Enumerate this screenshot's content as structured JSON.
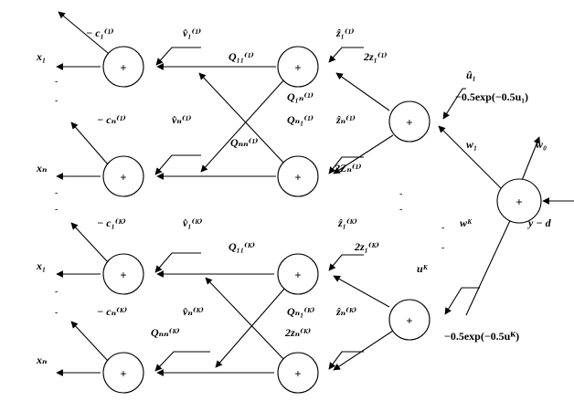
{
  "node_symbol": "+",
  "outputs": {
    "x1_top": "x₁",
    "xN_top": "xₙ",
    "x1_bottom": "x₁",
    "xN_bottom": "xₙ"
  },
  "group1": {
    "c1": "− c₁⁽¹⁾",
    "cN": "− cₙ⁽¹⁾",
    "v1": "v̂₁⁽¹⁾",
    "vN": "v̂ₙ⁽¹⁾",
    "Q11": "Q₁₁⁽¹⁾",
    "Q1N": "Q₁ₙ⁽¹⁾",
    "QN1": "Qₙ₁⁽¹⁾",
    "QNN": "Qₙₙ⁽¹⁾",
    "z1": "ẑ₁⁽¹⁾",
    "zN": "ẑₙ⁽¹⁾",
    "two_z1": "2z₁⁽¹⁾",
    "two_zN": "2Zₙ⁽¹⁾"
  },
  "group2": {
    "c1": "− c₁⁽ᴷ⁾",
    "cN": "− cₙ⁽ᴷ⁾",
    "v1": "v̂₁⁽ᴷ⁾",
    "vN": "v̂ₙ⁽ᴷ⁾",
    "Q11": "Q₁₁⁽ᴷ⁾",
    "QNN": "Qₙₙ⁽ᴷ⁾",
    "QN1": "Qₙ₁⁽ᴷ⁾",
    "z1": "ẑ₁⁽ᴷ⁾",
    "zN": "ẑₙ⁽ᴷ⁾",
    "two_z1": "2z₁⁽ᴷ⁾",
    "two_zN": "2zₙ⁽ᴷ⁾"
  },
  "right": {
    "u1": "û₁",
    "exp1": "−0.5exp(−0.5u₁)",
    "w1": "w₁",
    "w0": "w₀",
    "wK": "wᴷ",
    "uK": "uᴷ",
    "y_minus_d": "y − d",
    "expK": "−0.5exp(−0.5uᴷ)"
  }
}
